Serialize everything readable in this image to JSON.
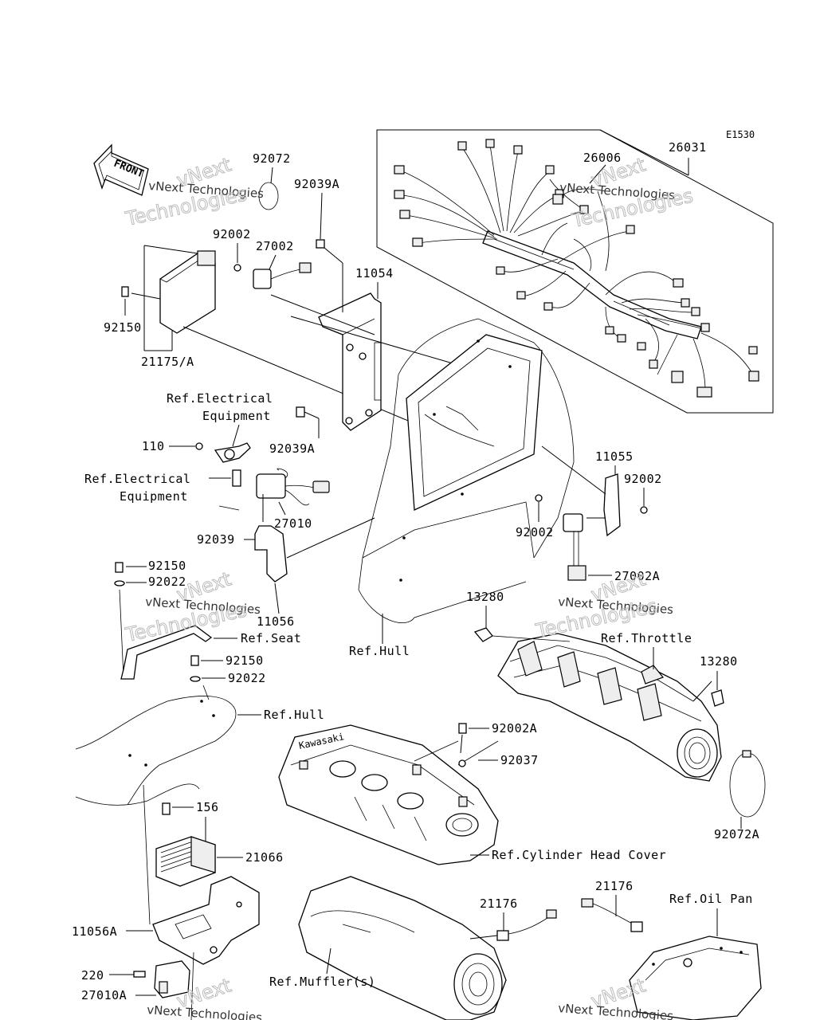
{
  "diagram_code": "E1530",
  "front_label": "FRONT",
  "watermark": {
    "line1": "vNext",
    "line2": "vNext Technologies",
    "line3": "Technologies"
  },
  "labels": {
    "p92072": "92072",
    "p92039A_top": "92039A",
    "p92002_top": "92002",
    "p27002": "27002",
    "p11054": "11054",
    "p92150_top": "92150",
    "p21175A": "21175/A",
    "p26006": "26006",
    "p26031": "26031",
    "ref_elec_1a": "Ref.Electrical",
    "ref_elec_1b": "Equipment",
    "p110": "110",
    "ref_elec_2a": "Ref.Electrical",
    "ref_elec_2b": "Equipment",
    "p92039A_mid": "92039A",
    "p27010": "27010",
    "p92039": "92039",
    "p11055": "11055",
    "p92002_right": "92002",
    "p92002_mid": "92002",
    "p27002A": "27002A",
    "p92150_a": "92150",
    "p92022_a": "92022",
    "p11056": "11056",
    "ref_seat": "Ref.Seat",
    "p92150_b": "92150",
    "p92022_b": "92022",
    "ref_hull_1": "Ref.Hull",
    "ref_hull_2": "Ref.Hull",
    "p13280_a": "13280",
    "ref_throttle": "Ref.Throttle",
    "p13280_b": "13280",
    "p92002A": "92002A",
    "p92037": "92037",
    "p92072A": "92072A",
    "p156": "156",
    "p21066": "21066",
    "ref_cyl": "Ref.Cylinder Head Cover",
    "p21176_a": "21176",
    "p21176_b": "21176",
    "ref_oilpan": "Ref.Oil Pan",
    "p11056A": "11056A",
    "p220": "220",
    "p27010A": "27010A",
    "ref_muffler": "Ref.Muffler(s)"
  }
}
